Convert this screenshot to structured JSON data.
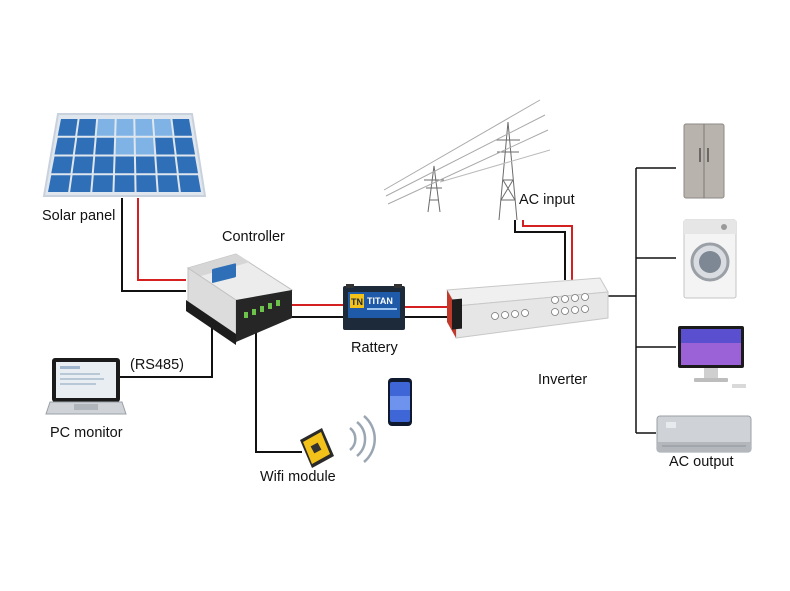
{
  "labels": {
    "solar_panel": "Solar panel",
    "controller": "Controller",
    "rs485": "(RS485)",
    "pc_monitor": "PC monitor",
    "battery": "Rattery",
    "wifi_module": "Wifi module",
    "ac_input": "AC input",
    "inverter": "Inverter",
    "ac_output": "AC output"
  },
  "battery_branding": {
    "logo": "TN",
    "name": "TITAN"
  },
  "colors": {
    "positive_wire": "#d42020",
    "negative_wire": "#111111",
    "panel_cell": "#2f6fb8",
    "panel_cell_light": "#7fb3e6",
    "device_body": "#f2f2f2",
    "device_dark": "#1d1d1d",
    "inverter_accent": "#c0392b",
    "battery_body": "#1c2a3a",
    "battery_label": "#1e5aa8"
  },
  "icons": [
    "solar-panel-icon",
    "controller-icon",
    "laptop-icon",
    "battery-icon",
    "wifi-module-icon",
    "wifi-signal-icon",
    "smartphone-icon",
    "power-tower-icon",
    "inverter-icon",
    "refrigerator-icon",
    "washing-machine-icon",
    "computer-monitor-icon",
    "air-conditioner-icon"
  ]
}
